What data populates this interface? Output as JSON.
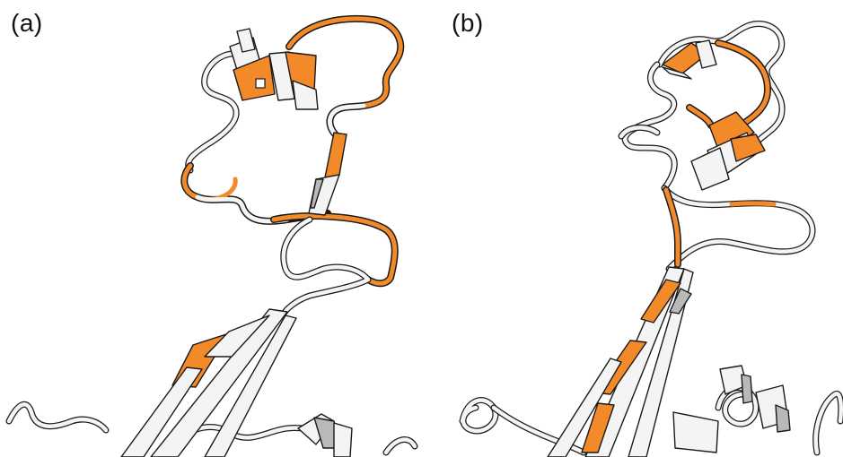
{
  "figure": {
    "panels": [
      {
        "id": "a",
        "label": "(a)"
      },
      {
        "id": "b",
        "label": "(b)"
      }
    ]
  },
  "colors": {
    "background": "#ffffff",
    "ribbon": "#f4f4f4",
    "outline": "#1a1a1a",
    "highlight": "#f28a2a",
    "shadow": "#b9b9b9"
  }
}
